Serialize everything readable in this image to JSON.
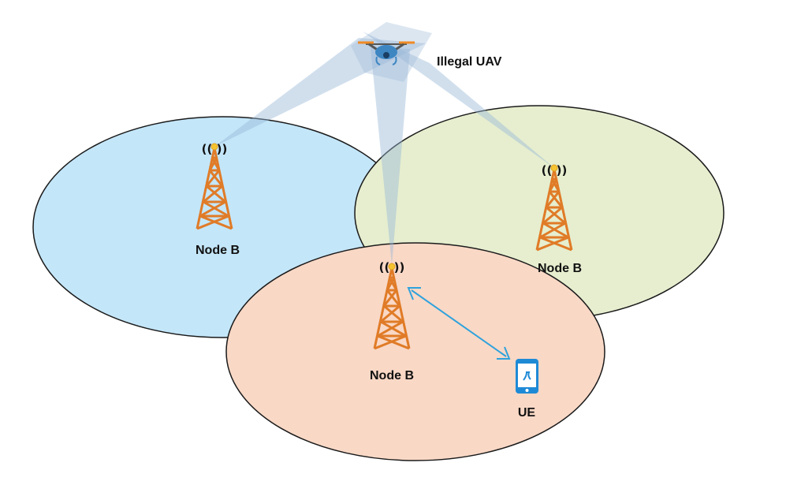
{
  "labels": {
    "uav": "Illegal UAV",
    "node_left": "Node B",
    "node_right": "Node B",
    "node_center": "Node B",
    "ue": "UE"
  },
  "icons": {
    "uav": "drone-icon",
    "tower": "cell-tower-icon",
    "phone": "smartphone-icon",
    "signal": "radio-waves-icon",
    "link": "double-arrow-icon"
  },
  "colors": {
    "cell_left": "#c4e6f9",
    "cell_right": "#e6eecf",
    "cell_center": "#f9d8c6",
    "tower": "#e07b27",
    "beam": "#9ab7d6",
    "link": "#2ea2dc",
    "ue": "#1e8ad6",
    "drone_body": "#3d86c2",
    "drone_arm": "#f08a24"
  }
}
